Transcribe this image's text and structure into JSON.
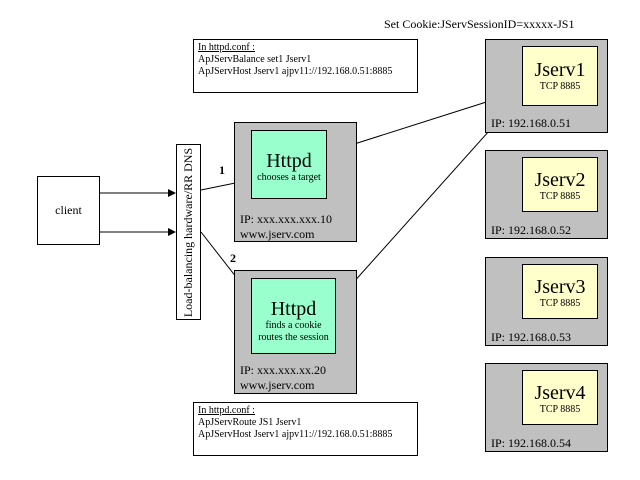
{
  "cookie_label": "Set Cookie:JServSessionID=xxxxx-JS1",
  "top_note": {
    "title": "In httpd.conf :",
    "line1": "ApJServBalance set1 Jserv1",
    "line2": "ApJServHost   Jserv1  ajpv11://192.168.0.51:8885"
  },
  "bottom_note": {
    "title": "In httpd.conf :",
    "line1": "ApJServRoute JS1 Jserv1",
    "line2": "ApJServHost   Jserv1  ajpv11://192.168.0.51:8885"
  },
  "client": "client",
  "lb": "Load-balancing hardware/RR DNS",
  "step1": "1",
  "step2": "2",
  "httpd1": {
    "title": "Httpd",
    "sub1": "chooses a target",
    "sub2": "",
    "ip": "IP: xxx.xxx.xxx.10",
    "host": "www.jserv.com"
  },
  "httpd2": {
    "title": "Httpd",
    "sub1": "finds a cookie",
    "sub2": "routes the session",
    "ip": "IP: xxx.xxx.xx.20",
    "host": "www.jserv.com"
  },
  "jservs": [
    {
      "name": "Jserv1",
      "port": "TCP 8885",
      "ip": "IP: 192.168.0.51"
    },
    {
      "name": "Jserv2",
      "port": "TCP 8885",
      "ip": "IP: 192.168.0.52"
    },
    {
      "name": "Jserv3",
      "port": "TCP 8885",
      "ip": "IP: 192.168.0.53"
    },
    {
      "name": "Jserv4",
      "port": "TCP 8885",
      "ip": "IP: 192.168.0.54"
    }
  ]
}
